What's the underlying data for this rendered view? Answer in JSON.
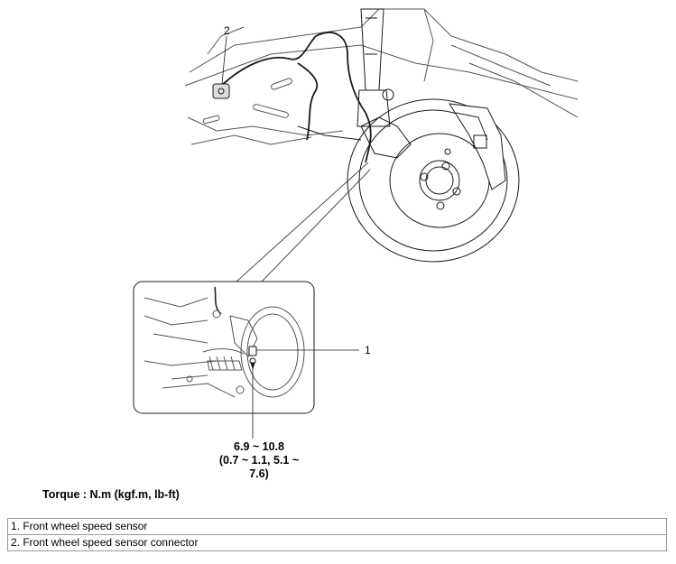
{
  "callouts": {
    "c1": "1",
    "c2": "2"
  },
  "torque_value_line1": "6.9 ~ 10.8",
  "torque_value_line2": "(0.7 ~ 1.1, 5.1 ~ 7.6)",
  "torque_label": "Torque : N.m (kgf.m, lb-ft)",
  "legend": [
    "1. Front wheel speed sensor",
    "2. Front wheel speed sensor connector"
  ]
}
